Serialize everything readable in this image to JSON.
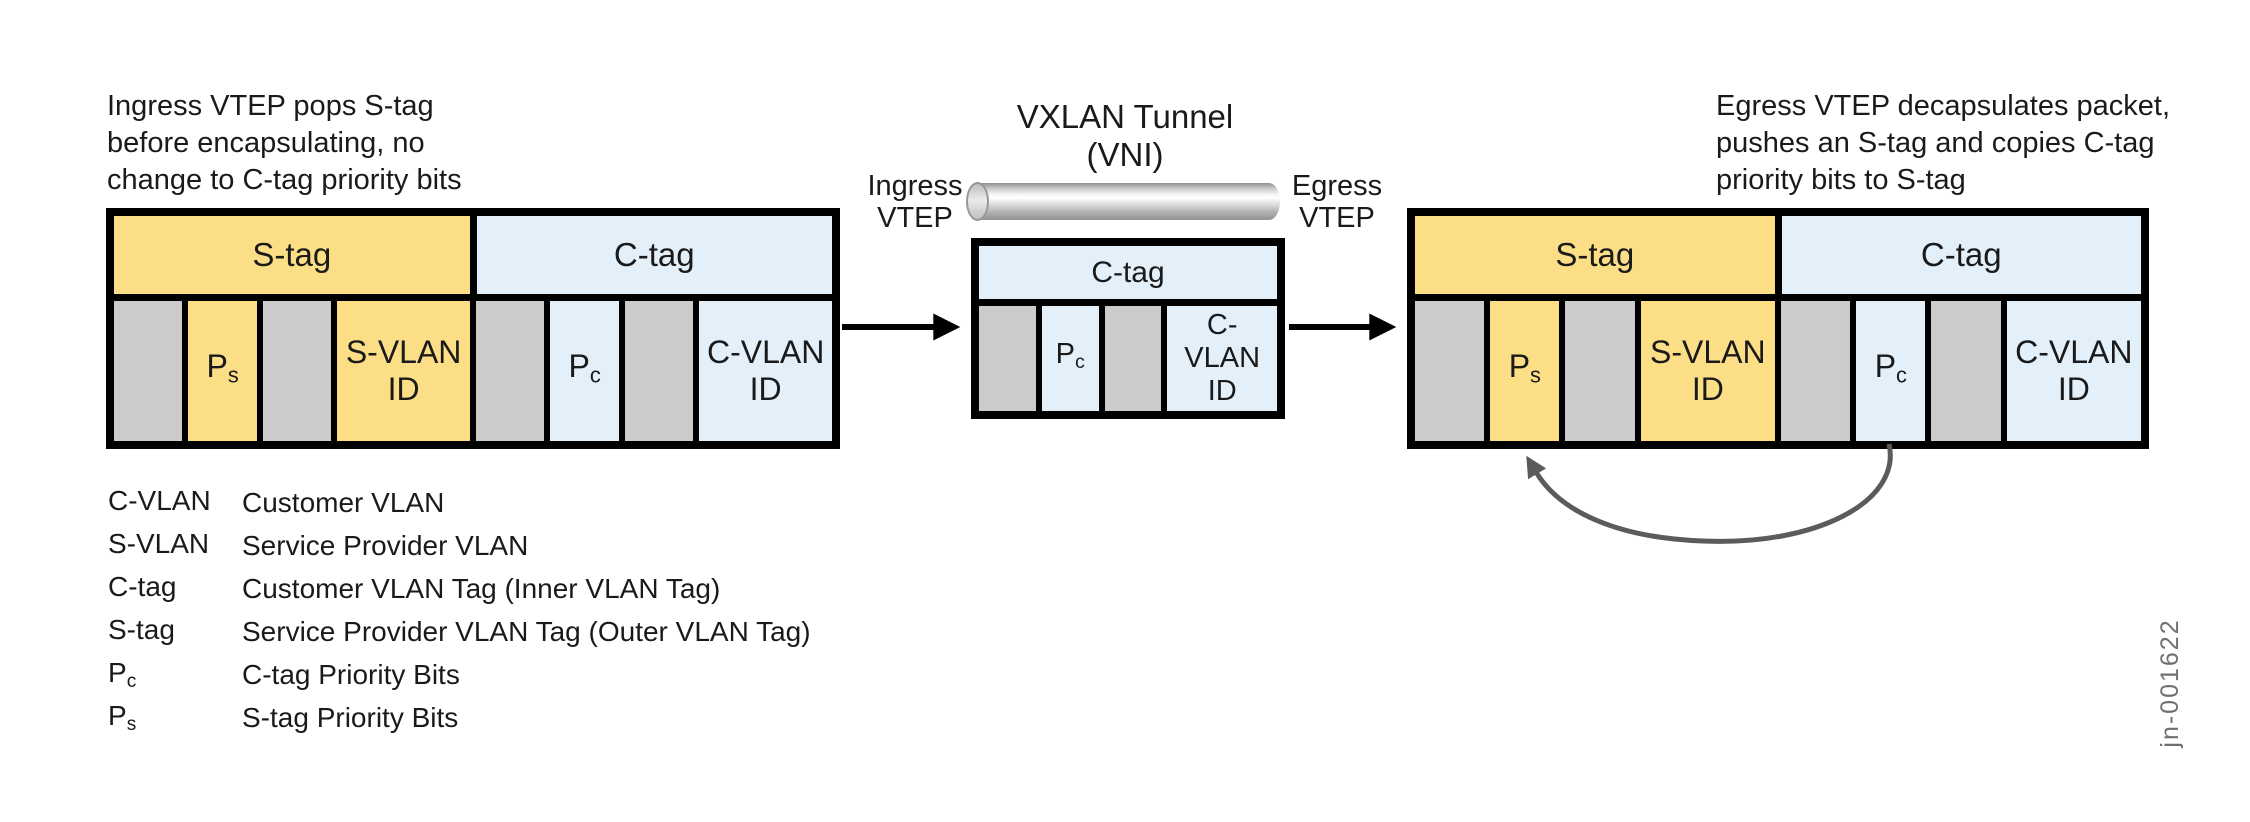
{
  "colors": {
    "yellow": "#FBDE85",
    "blue": "#E3F0FA",
    "gray": "#CBCBCB",
    "border": "#000000",
    "text": "#1A1A1A",
    "curved-arrow": "#5B5B5B",
    "figid": "#6E6F72"
  },
  "notes": {
    "ingress": {
      "lines": [
        "Ingress VTEP pops S-tag",
        "before encapsulating, no",
        "change to C-tag priority bits"
      ]
    },
    "egress": {
      "lines": [
        "Egress VTEP decapsulates packet,",
        "pushes an S-tag and copies C-tag",
        "priority bits to S-tag"
      ]
    }
  },
  "tunnel": {
    "title": "VXLAN Tunnel",
    "subtitle": "(VNI)",
    "ingress_vtep": {
      "line1": "Ingress",
      "line2": "VTEP"
    },
    "egress_vtep": {
      "line1": "Egress",
      "line2": "VTEP"
    }
  },
  "packets": {
    "ingress": {
      "headers": [
        {
          "label": "S-tag"
        },
        {
          "label": "C-tag"
        }
      ],
      "cells": [
        {
          "label": ""
        },
        {
          "base": "P",
          "sub": "s"
        },
        {
          "label": ""
        },
        {
          "label": "S-VLAN ID"
        },
        {
          "label": ""
        },
        {
          "base": "P",
          "sub": "c"
        },
        {
          "label": ""
        },
        {
          "label": "C-VLAN ID"
        }
      ]
    },
    "tunnel": {
      "headers": [
        {
          "label": "C-tag"
        }
      ],
      "cells": [
        {
          "label": ""
        },
        {
          "base": "P",
          "sub": "c"
        },
        {
          "label": ""
        },
        {
          "label": "C-VLAN ID"
        }
      ]
    },
    "egress": {
      "headers": [
        {
          "label": "S-tag"
        },
        {
          "label": "C-tag"
        }
      ],
      "cells": [
        {
          "label": ""
        },
        {
          "base": "P",
          "sub": "s"
        },
        {
          "label": ""
        },
        {
          "label": "S-VLAN ID"
        },
        {
          "label": ""
        },
        {
          "base": "P",
          "sub": "c"
        },
        {
          "label": ""
        },
        {
          "label": "C-VLAN ID"
        }
      ]
    }
  },
  "legend": {
    "rows": [
      {
        "term": "C-VLAN",
        "sub": "",
        "definition": "Customer VLAN"
      },
      {
        "term": "S-VLAN",
        "sub": "",
        "definition": "Service Provider VLAN"
      },
      {
        "term": "C-tag",
        "sub": "",
        "definition": "Customer VLAN Tag (Inner VLAN Tag)"
      },
      {
        "term": "S-tag",
        "sub": "",
        "definition": "Service Provider VLAN Tag (Outer VLAN Tag)"
      },
      {
        "term": "P",
        "sub": "c",
        "definition": "C-tag Priority Bits"
      },
      {
        "term": "P",
        "sub": "s",
        "definition": "S-tag Priority Bits"
      }
    ]
  },
  "figure_id": "jn-001622"
}
